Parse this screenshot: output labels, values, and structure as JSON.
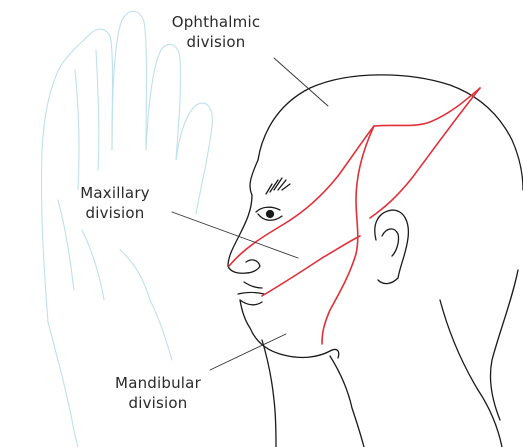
{
  "labels": {
    "ophthalmic": [
      "Ophthalmic",
      "division"
    ],
    "maxillary": [
      "Maxillary",
      "division"
    ],
    "mandibular": [
      "Mandibular",
      "division"
    ]
  },
  "colors": {
    "outline": "#1a1a1a",
    "nerve_boundary": "#e0303a",
    "hand": "#bfe0ec",
    "leader": "#333333",
    "text": "#2a2a2a"
  }
}
